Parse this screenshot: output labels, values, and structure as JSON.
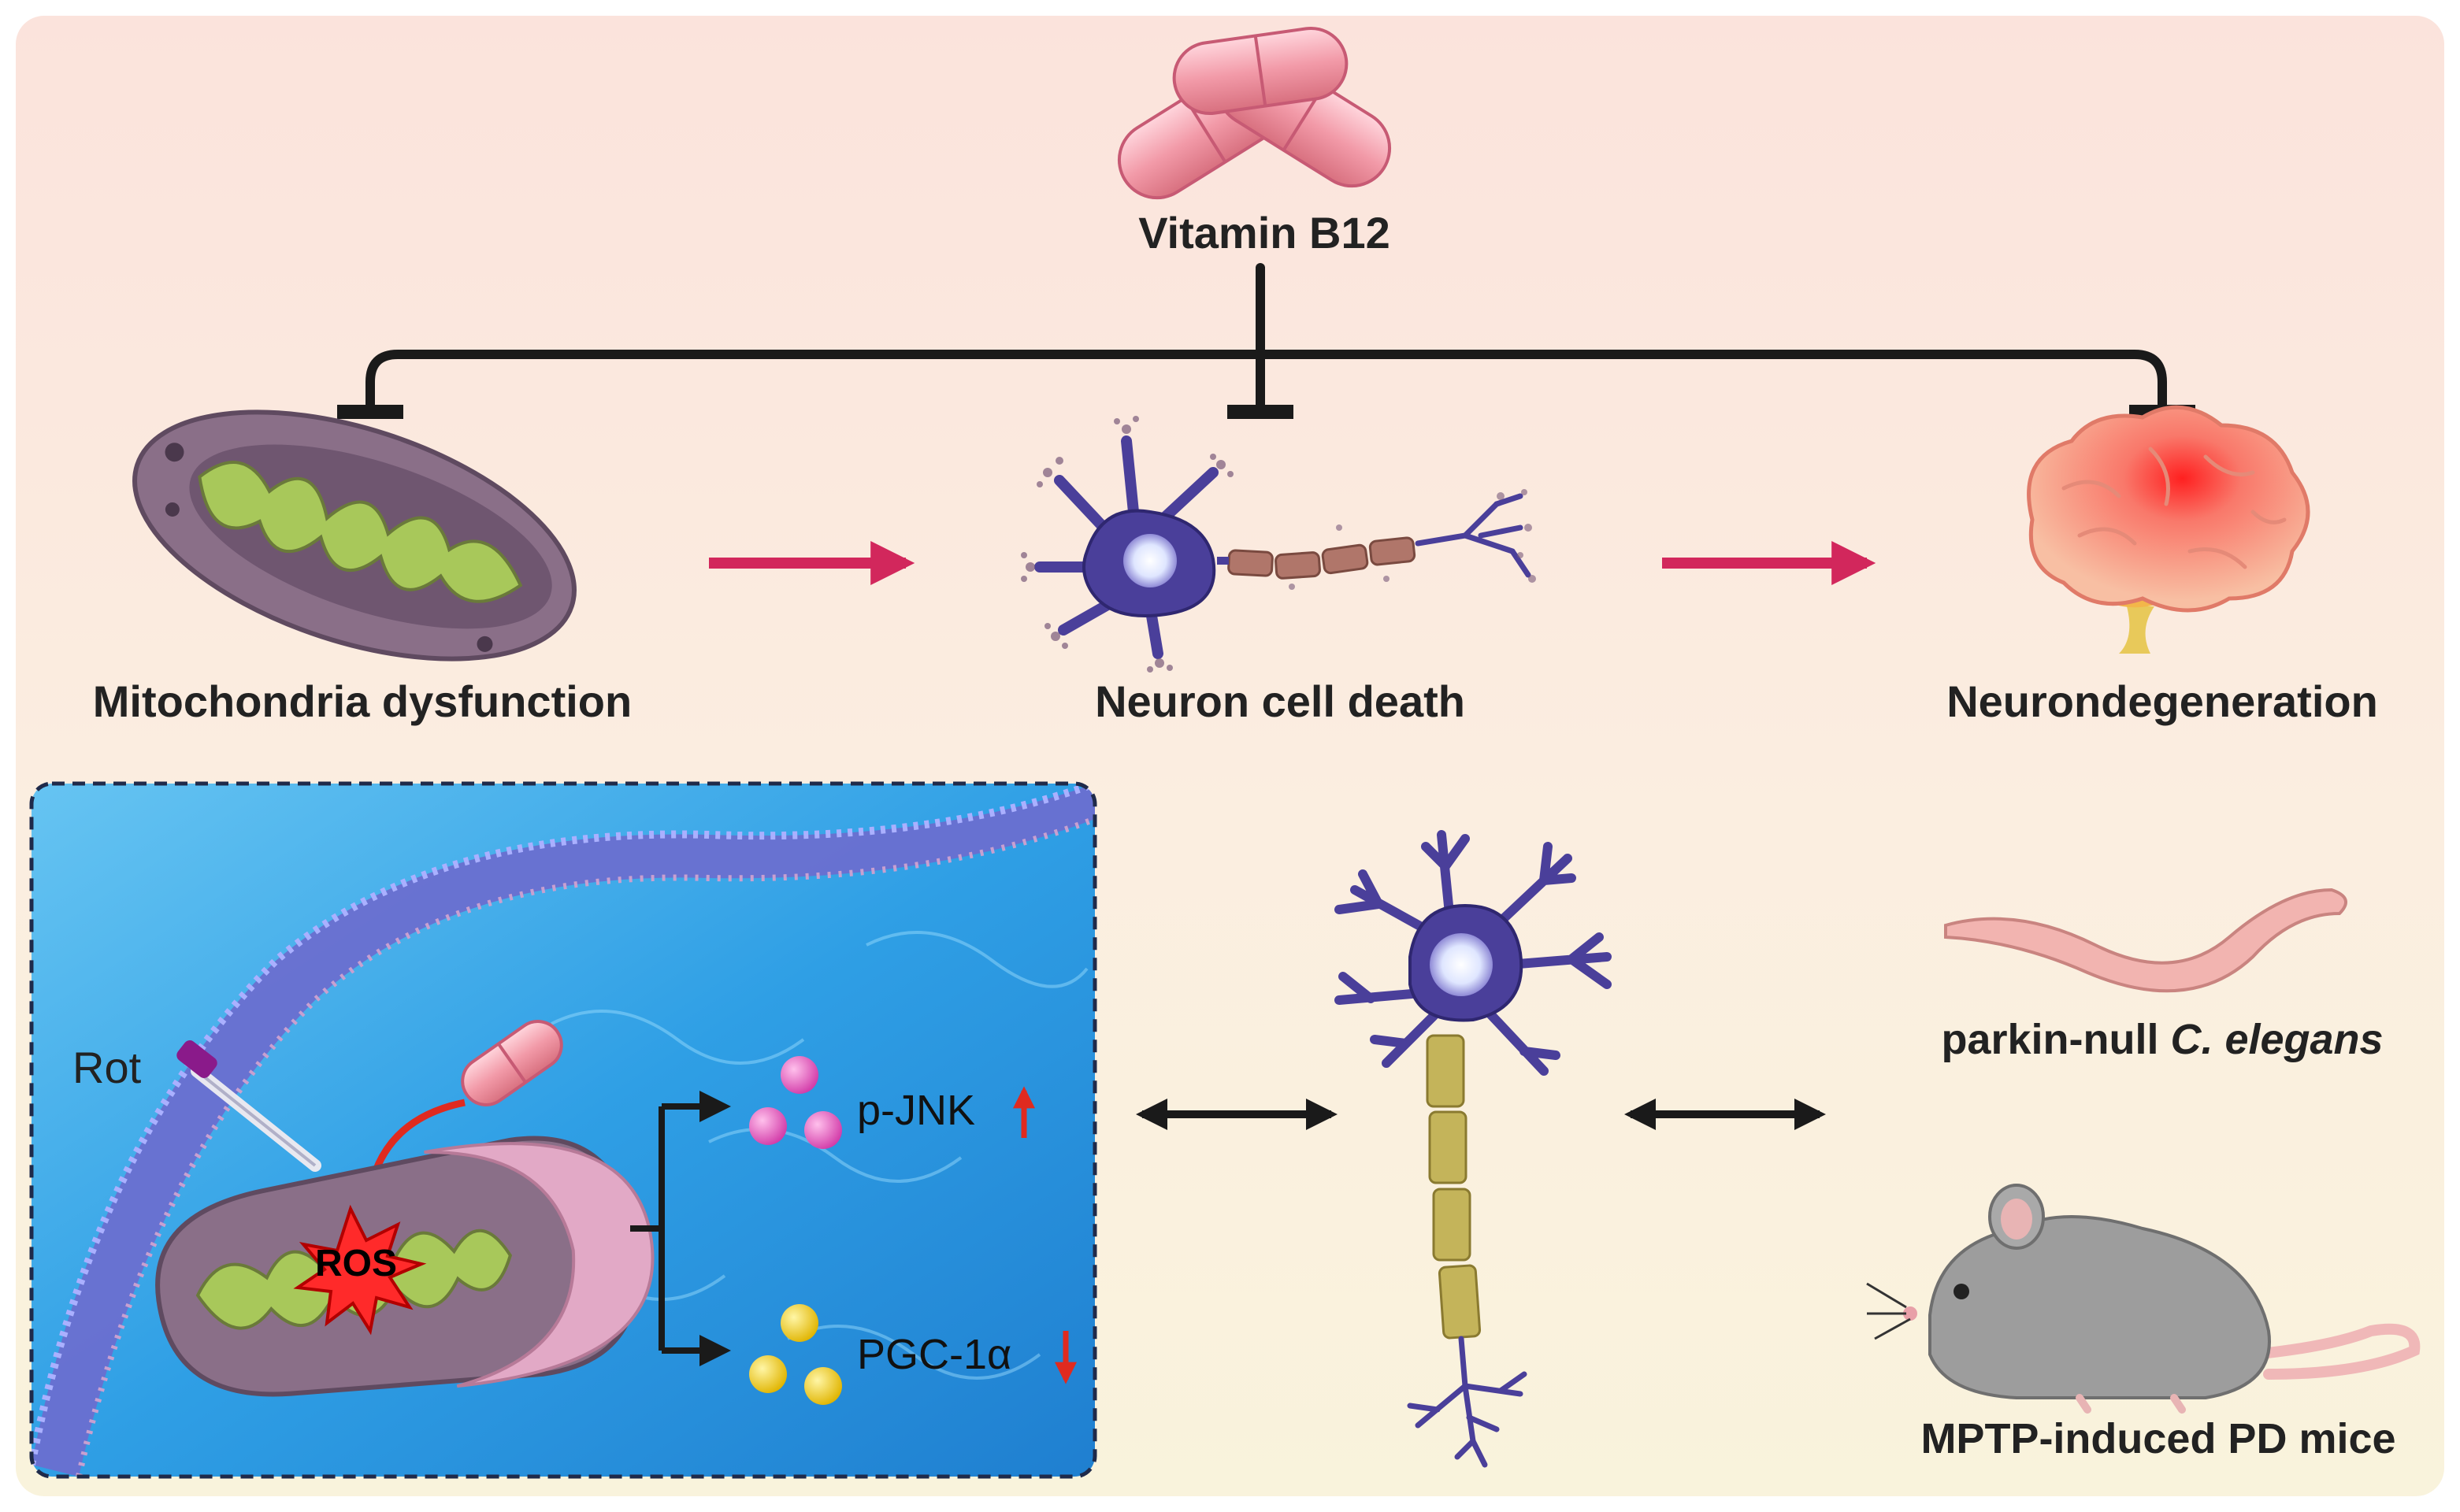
{
  "top": {
    "vitamin_label": "Vitamin B12"
  },
  "pathway": {
    "stage1": "Mitochondria dysfunction",
    "stage2": "Neuron cell death",
    "stage3": "Neurondegeneration"
  },
  "mechanism": {
    "rot_label": "Rot",
    "ros_label": "ROS",
    "marker1": {
      "label": "p-JNK",
      "direction": "up"
    },
    "marker2": {
      "label": "PGC-1α",
      "direction": "down"
    }
  },
  "models": {
    "worm_label_prefix": "parkin-null ",
    "worm_label_species": "C. elegans",
    "mouse_label": "MPTP-induced PD mice"
  },
  "colors": {
    "inhibit_line": "#1a1a1a",
    "pathway_arrow": "#d2275c",
    "up_arrow": "#e02a1f",
    "down_arrow": "#e02a1f",
    "neuron": "#4a3f9a",
    "capsule": "#f29aa8",
    "mito_shell": "#8a6f88",
    "mito_matrix": "#a8c85a",
    "panel_water": "#3aa6e6",
    "membrane": "#6a6fd0",
    "worm": "#f2b4b0",
    "mouse": "#9d9d9d",
    "brain": "#f7a08a"
  }
}
